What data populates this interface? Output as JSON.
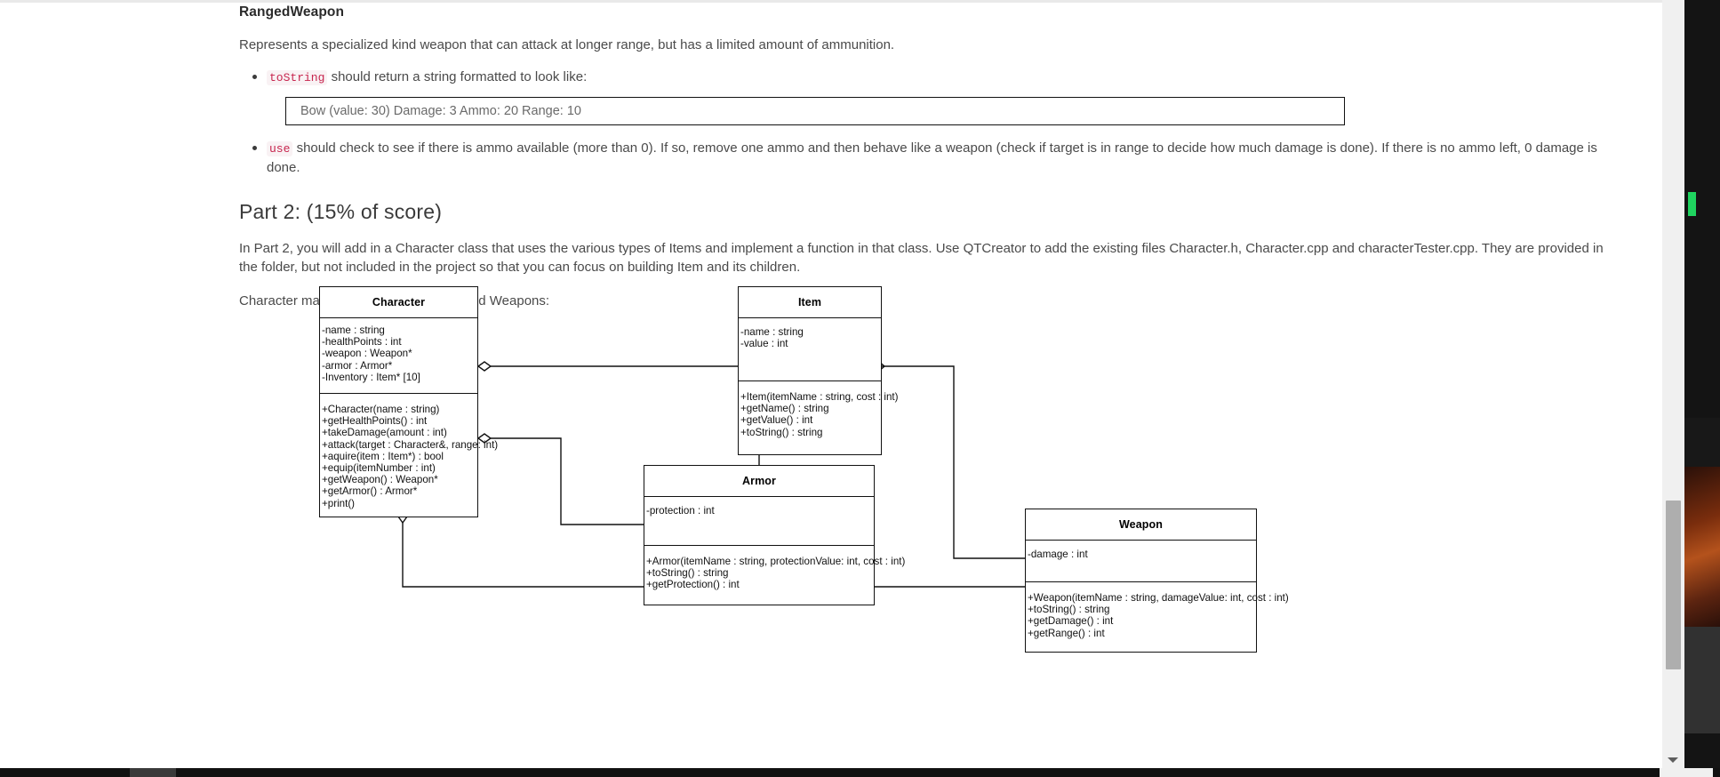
{
  "document": {
    "heading_ranged_weapon": "RangedWeapon",
    "ranged_weapon_description": "Represents a specialized kind weapon that can attack at longer range, but has a limited amount of ammunition.",
    "bullet_tostring_code": "toString",
    "bullet_tostring_text": " should return a string formatted to look like:",
    "code_sample": "Bow (value: 30) Damage: 3 Ammo: 20 Range: 10",
    "bullet_use_code": "use",
    "bullet_use_text": " should check to see if there is ammo available (more than 0). If so, remove one ammo and then behave like a weapon (check if target is in range to decide how much damage is done). If there is no ammo left, 0 damage is done.",
    "part2_heading": "Part 2: (15% of score)",
    "part2_paragraph": "In Part 2, you will add in a Character class that uses the various types of Items and implement a function in that class. Use QTCreator to add the existing files Character.h, Character.cpp and characterTester.cpp. They are provided in the folder, but not included in the project so that you can focus on building Item and its children.",
    "diagram_intro": "Character makes use of Items, Armor and Weapons:"
  },
  "uml": {
    "classes": [
      {
        "name": "Character",
        "attributes": [
          "-name : string",
          "-healthPoints : int",
          "-weapon : Weapon*",
          "-armor : Armor*",
          "-Inventory : Item* [10]"
        ],
        "operations": [
          "+Character(name : string)",
          "+getHealthPoints() : int",
          "+takeDamage(amount : int)",
          "+attack(target : Character&, range: int)",
          "+aquire(item : Item*) : bool",
          "+equip(itemNumber : int)",
          "+getWeapon() : Weapon*",
          "+getArmor() : Armor*",
          "+print()"
        ]
      },
      {
        "name": "Item",
        "attributes": [
          "-name : string",
          "-value : int"
        ],
        "operations": [
          "+Item(itemName : string, cost : int)",
          "+getName() : string",
          "+getValue() : int",
          "+toString() : string"
        ]
      },
      {
        "name": "Armor",
        "attributes": [
          "-protection : int"
        ],
        "operations": [
          "+Armor(itemName : string, protectionValue: int, cost : int)",
          "+toString() : string",
          "+getProtection() : int"
        ]
      },
      {
        "name": "Weapon",
        "attributes": [
          "-damage : int"
        ],
        "operations": [
          "+Weapon(itemName : string, damageValue: int, cost : int)",
          "+toString() : string",
          "+getDamage() : int",
          "+getRange() : int"
        ]
      }
    ],
    "relationships": [
      "Character aggregates Item",
      "Character aggregates Armor",
      "Character aggregates Weapon",
      "Armor inherits Item",
      "Weapon inherits Item"
    ]
  },
  "colors": {
    "code_accent": "#c7254e",
    "code_bg": "#f9f2f4",
    "body_text": "#4a4a4a",
    "diagram_stroke": "#111111",
    "scrollbar_thumb": "#aeaeae",
    "status_marker": "#1fd45f"
  }
}
